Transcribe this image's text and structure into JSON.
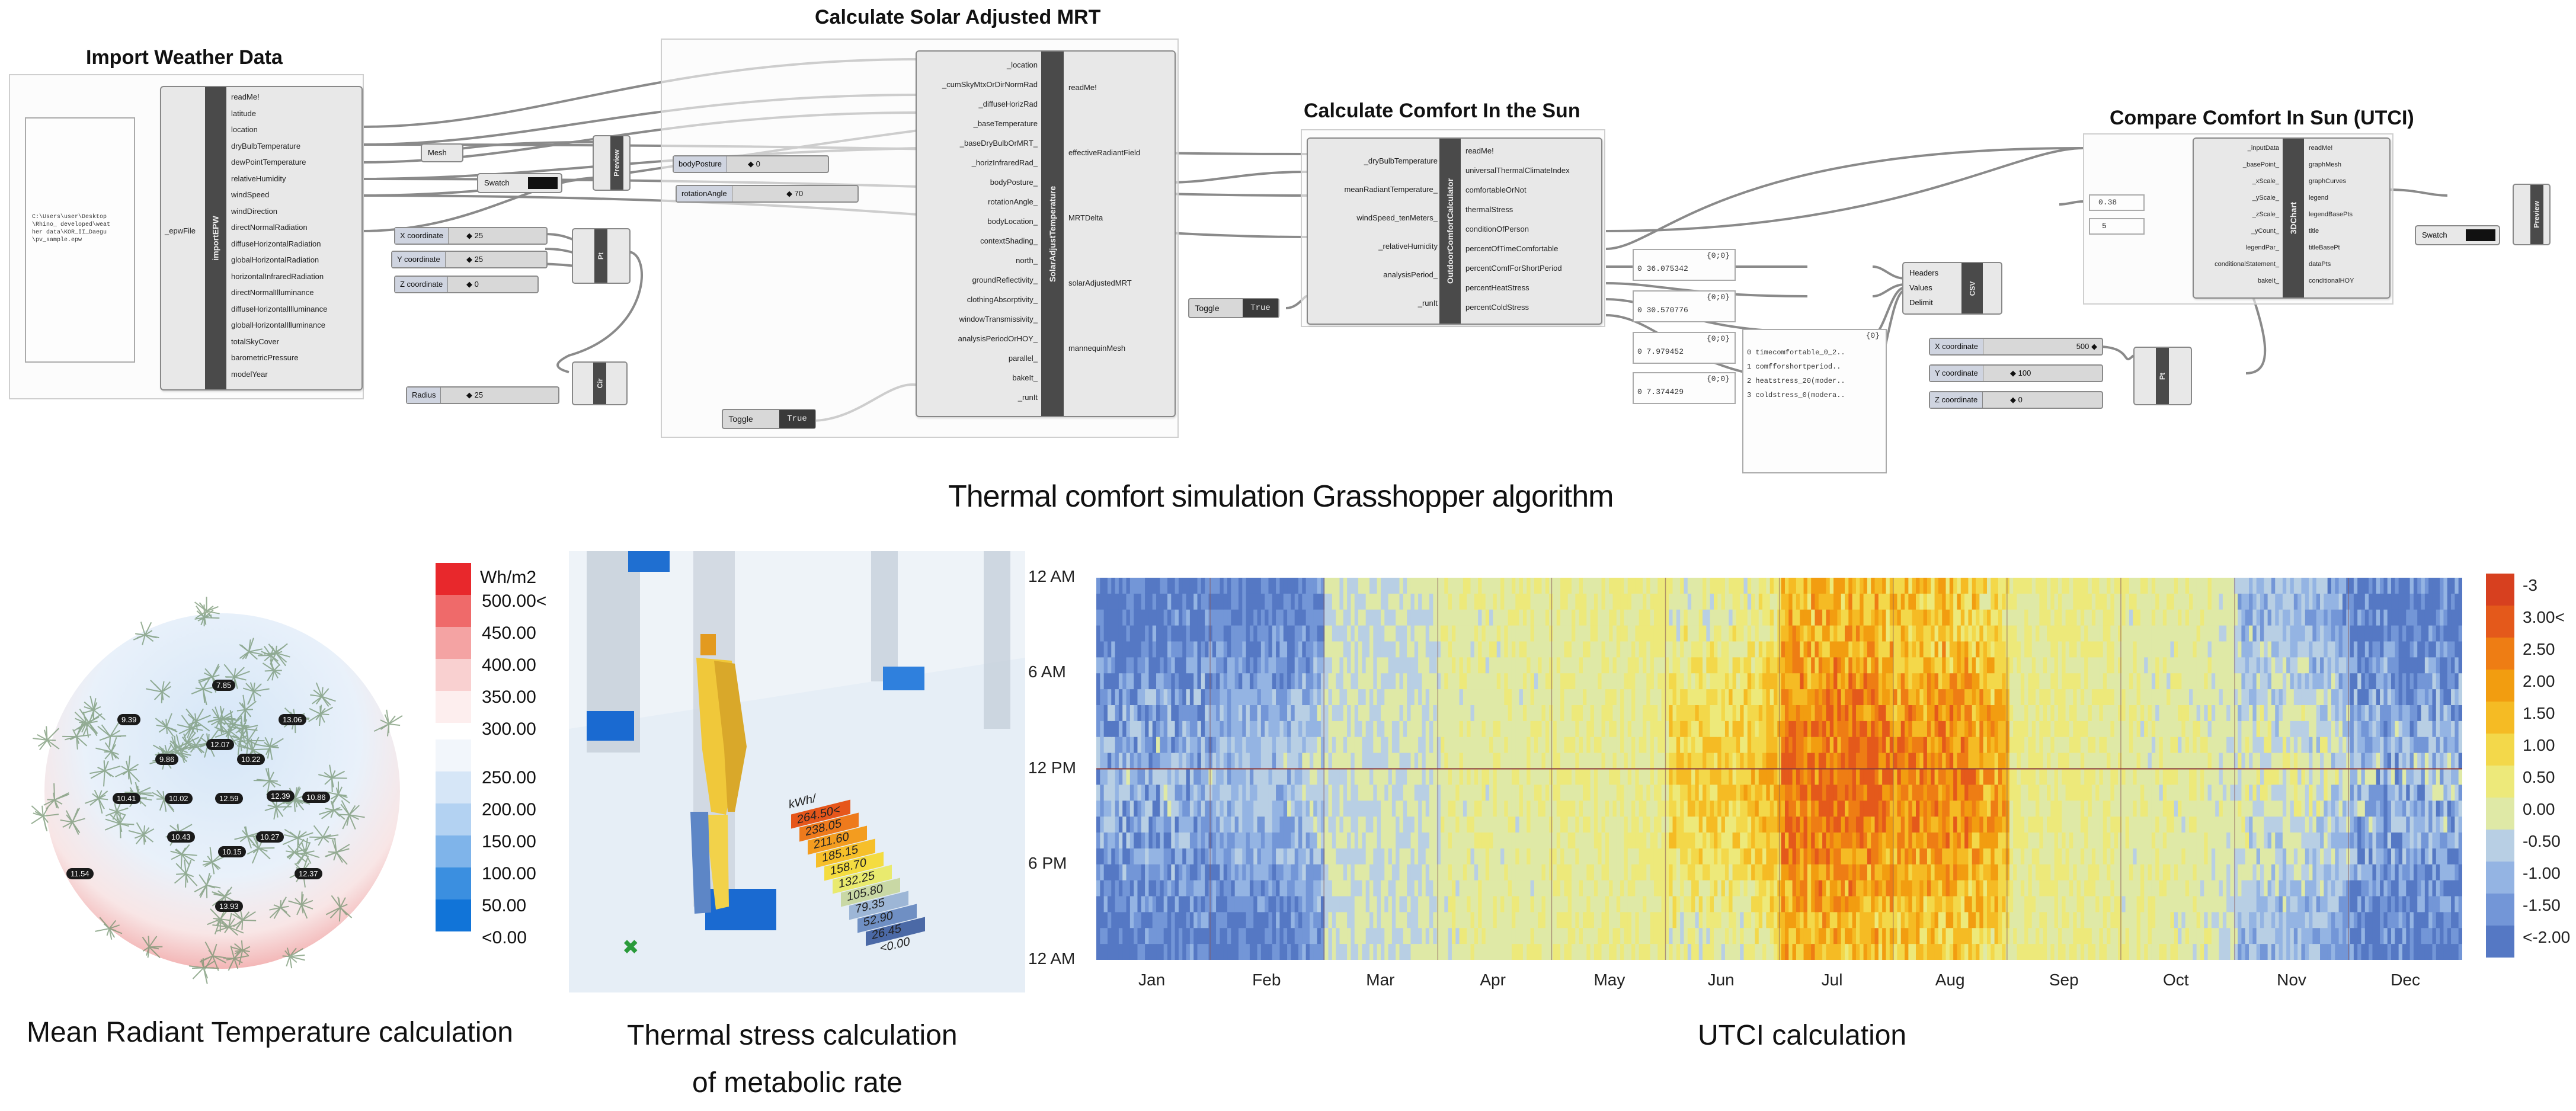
{
  "titles": {
    "import": "Import Weather Data",
    "mrt": "Calculate Solar Adjusted MRT",
    "comfort": "Calculate Comfort In the Sun",
    "compare": "Compare Comfort In Sun (UTCI)"
  },
  "captions": {
    "top": "Thermal comfort simulation Grasshopper algorithm",
    "mrt": "Mean Radiant Temperature calculation",
    "stress_line1": "Thermal stress calculation",
    "stress_line2": "of metabolic rate",
    "utci": "UTCI calculation"
  },
  "import_epw": {
    "name": "importEPW",
    "input": "_epwFile",
    "path_lines": [
      "C:\\Users\\user\\Desktop",
      "\\Rhino_ developed\\weat",
      "her data\\KOR_II_Daegu",
      "\\pv_sample.epw"
    ],
    "outputs": [
      "readMe!",
      "latitude",
      "location",
      "dryBulbTemperature",
      "dewPointTemperature",
      "relativeHumidity",
      "windSpeed",
      "windDirection",
      "directNormalRadiation",
      "diffuseHorizontalRadiation",
      "globalHorizontalRadiation",
      "horizontalInfraredRadiation",
      "directNormalIlluminance",
      "diffuseHorizontalIlluminance",
      "globalHorizontalIlluminance",
      "totalSkyCover",
      "barometricPressure",
      "modelYear"
    ]
  },
  "mrt_comp": {
    "name": "SolarAdjustTemperature",
    "inputs": [
      "_location",
      "_cumSkyMtxOrDirNormRad",
      "_diffuseHorizRad",
      "_baseTemperature",
      "_baseDryBulbOrMRT_",
      "_horizInfraredRad_",
      "bodyPosture_",
      "rotationAngle_",
      "bodyLocation_",
      "contextShading_",
      "north_",
      "groundReflectivity_",
      "clothingAbsorptivity_",
      "windowTransmissivity_",
      "analysisPeriodOrHOY_",
      "parallel_",
      "bakeIt_",
      "_runIt"
    ],
    "outputs": [
      "readMe!",
      "effectiveRadiantField",
      "MRTDelta",
      "solarAdjustedMRT",
      "mannequinMesh"
    ]
  },
  "comfort_comp": {
    "name": "OutdoorComfortCalculator",
    "inputs": [
      "_dryBulbTemperature",
      "meanRadiantTemperature_",
      "windSpeed_tenMeters_",
      "_relativeHumidity",
      "analysisPeriod_",
      "_runIt"
    ],
    "outputs": [
      "readMe!",
      "universalThermalClimateIndex",
      "comfortableOrNot",
      "thermalStress",
      "conditionOfPerson",
      "percentOfTimeComfortable",
      "percentComfForShortPeriod",
      "percentHeatStress",
      "percentColdStress"
    ]
  },
  "compare_comp": {
    "name": "3DChart",
    "inputs": [
      "_inputData",
      "_basePoint_",
      "_xScale_",
      "_yScale_",
      "_zScale_",
      "_yCount_",
      "legendPar_",
      "conditionalStatement_",
      "bakeIt_"
    ],
    "outputs": [
      "readMe!",
      "graphMesh",
      "graphCurves",
      "legend",
      "legendBasePts",
      "title",
      "titleBasePt",
      "dataPts",
      "conditionalHOY"
    ]
  },
  "sliders": {
    "body_posture": {
      "label": "bodyPosture",
      "value": "◆ 0"
    },
    "rotation": {
      "label": "rotationAngle",
      "value": "◆ 70"
    },
    "x1": {
      "label": "X coordinate",
      "value": "◆ 25"
    },
    "y1": {
      "label": "Y coordinate",
      "value": "◆ 25"
    },
    "z1": {
      "label": "Z coordinate",
      "value": "◆ 0"
    },
    "radius": {
      "label": "Radius",
      "value": "◆ 25"
    },
    "x2": {
      "label": "X coordinate",
      "value": "500 ◆"
    },
    "y2": {
      "label": "Y coordinate",
      "value": "◆ 100"
    },
    "z2": {
      "label": "Z coordinate",
      "value": "◆ 0"
    }
  },
  "toggles": {
    "t1": {
      "label": "Toggle",
      "value": "True"
    },
    "t2": {
      "label": "Toggle",
      "value": "True"
    }
  },
  "misc": {
    "mesh": "Mesh",
    "swatch": "Swatch",
    "preview": "Preview",
    "pt": "Pt",
    "cir": "Cir",
    "csv": "CSV",
    "csv_inputs": [
      "Headers",
      "Values",
      "Delimit"
    ],
    "scale1": "0.38",
    "scale2": "5"
  },
  "panels": {
    "p1": {
      "head": "{0;0}",
      "value": "0  36.075342"
    },
    "p2": {
      "head": "{0;0}",
      "value": "0  30.570776"
    },
    "p3": {
      "head": "{0;0}",
      "value": "0  7.979452"
    },
    "p4": {
      "head": "{0;0}",
      "value": "0  7.374429"
    },
    "list_head": "{0}",
    "list": [
      "0 timecomfortable_0_2..",
      "1 comfforshortperiod..",
      "2 heatstress_20(moder..",
      "3 coldstress_0(modera.."
    ]
  },
  "mrt_legend": {
    "unit": "Wh/m2",
    "labels": [
      "500.00<",
      "450.00",
      "400.00",
      "350.00",
      "300.00",
      "250.00",
      "200.00",
      "150.00",
      "100.00",
      "50.00",
      "<0.00"
    ],
    "colors": [
      "#e8282c",
      "#ef6a6a",
      "#f4a3a3",
      "#f9d0d0",
      "#fdeeee",
      "#f2f6fb",
      "#d6e6f7",
      "#b3d2f2",
      "#7fb4ea",
      "#3b8fe0",
      "#1174d8"
    ],
    "site_values": [
      "7.85",
      "9.39",
      "13.06",
      "12.07",
      "9.86",
      "10.22",
      "12.39",
      "10.41",
      "10.02",
      "12.59",
      "10.86",
      "10.43",
      "10.15",
      "10.27",
      "11.54",
      "12.37",
      "13.93"
    ]
  },
  "stress_legend": {
    "labels": [
      "kWh/",
      "264.50<",
      "238.05",
      "211.60",
      "185.15",
      "158.70",
      "132.25",
      "105.80",
      "79.35",
      "52.90",
      "26.45",
      "<0.00"
    ]
  },
  "chart_data": {
    "type": "heatmap",
    "title": "",
    "x_categories": [
      "Jan",
      "Feb",
      "Mar",
      "Apr",
      "May",
      "Jun",
      "Jul",
      "Aug",
      "Sep",
      "Oct",
      "Nov",
      "Dec"
    ],
    "y_categories": [
      "12 AM",
      "6 AM",
      "12 PM",
      "6 PM",
      "12 AM"
    ],
    "legend_labels": [
      "-3",
      "3.00<",
      "2.50",
      "2.00",
      "1.50",
      "1.00",
      "0.50",
      "0.00",
      "-0.50",
      "-1.00",
      "-1.50",
      "<-2.00"
    ],
    "legend_colors": [
      "#d7401f",
      "#e4591b",
      "#ee7d14",
      "#f29d10",
      "#f5bb24",
      "#f3d84a",
      "#ede97a",
      "#dfe9a6",
      "#b8cfe4",
      "#94b4e3",
      "#7396d7",
      "#5578c4"
    ],
    "color_range": [
      -2,
      3
    ],
    "monthly_mean_index": [
      -1.4,
      -1.2,
      -0.2,
      0.1,
      0.2,
      0.6,
      1.9,
      1.6,
      0.3,
      0.1,
      -0.4,
      -1.3
    ]
  }
}
